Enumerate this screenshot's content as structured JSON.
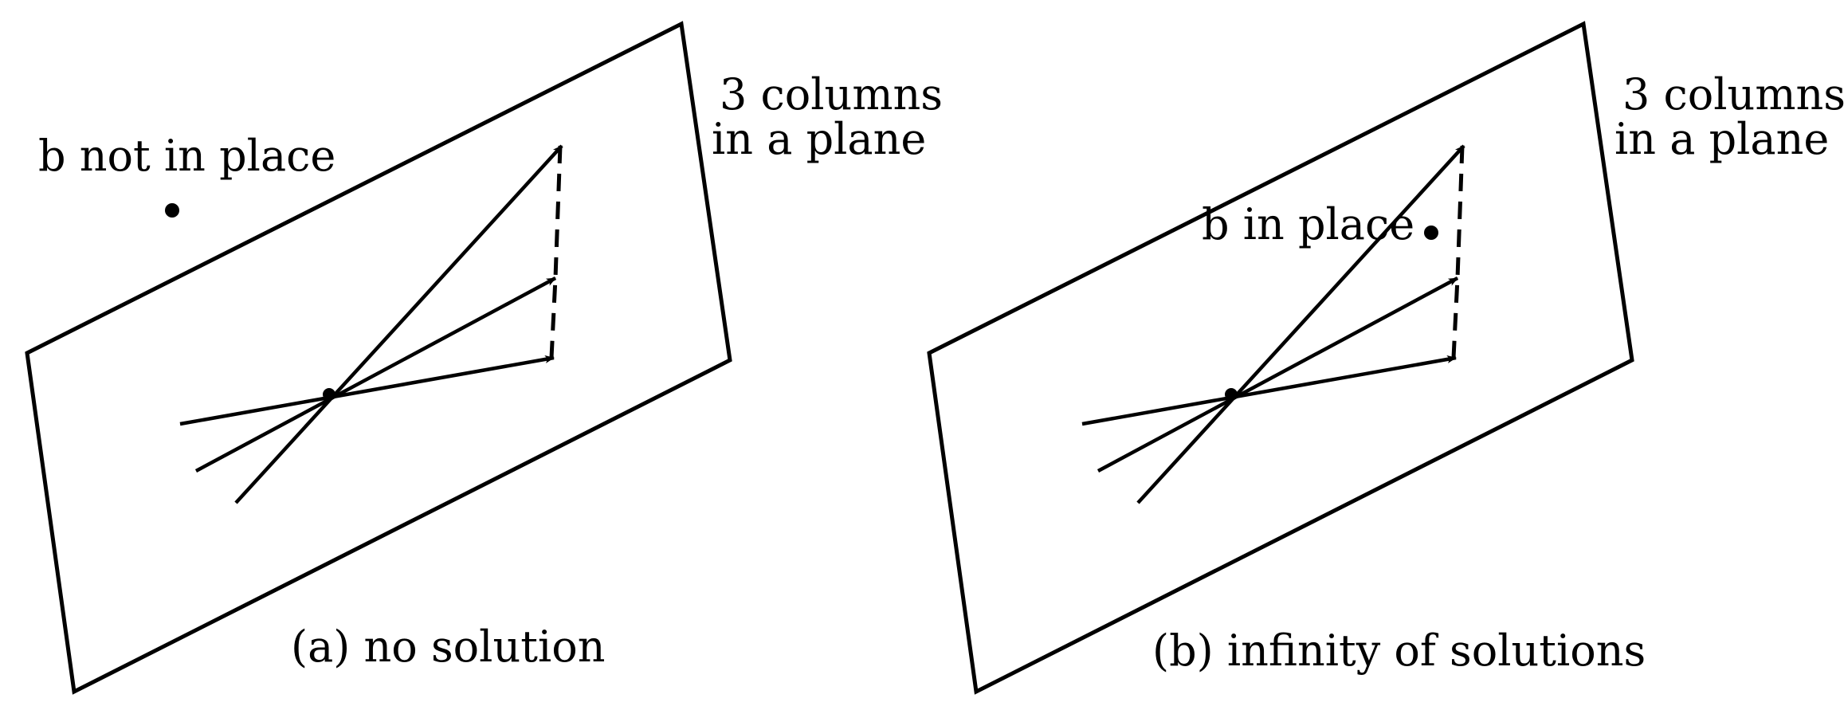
{
  "colors": {
    "ink": "#000000",
    "background": "#ffffff"
  },
  "panels": [
    {
      "id": "a",
      "columns_label_line1": "3 columns",
      "columns_label_line2": "in a plane",
      "b_symbol": "b",
      "b_text": " not in place",
      "caption_prefix": "(a) ",
      "caption_bold": "no solution"
    },
    {
      "id": "b",
      "columns_label_line1": "3 columns",
      "columns_label_line2": "in a plane",
      "b_symbol": "b",
      "b_text": " in place",
      "caption_prefix": "(b) ",
      "caption_bold": "infinity of solutions"
    }
  ]
}
